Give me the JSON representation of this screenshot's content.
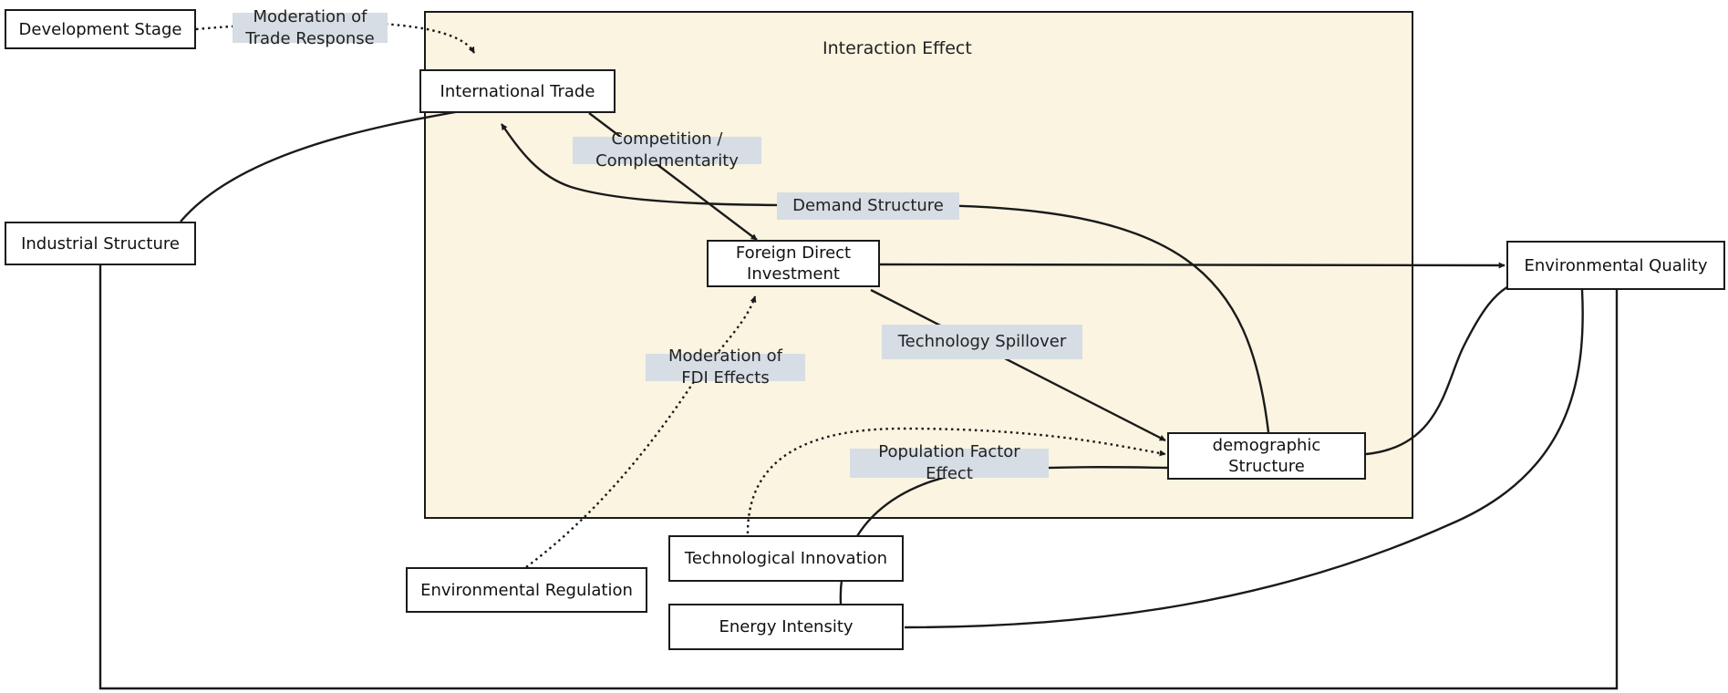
{
  "diagram": {
    "group": {
      "title": "Interaction Effect"
    },
    "nodes": {
      "development_stage": "Development Stage",
      "international_trade": "International Trade",
      "industrial_structure": "Industrial Structure",
      "foreign_direct_investment": "Foreign Direct\nInvestment",
      "environmental_quality": "Environmental Quality",
      "demographic_structure": "demographic\nStructure",
      "technological_innovation": "Technological Innovation",
      "environmental_regulation": "Environmental Regulation",
      "energy_intensity": "Energy Intensity"
    },
    "edge_labels": {
      "moderation_trade": "Moderation of\nTrade Response",
      "competition": "Competition /\nComplementarity",
      "demand_structure": "Demand Structure",
      "technology_spillover": "Technology Spillover",
      "moderation_fdi": "Moderation of\nFDI Effects",
      "population_factor": "Population Factor\nEffect"
    },
    "edges": [
      {
        "from": "development_stage",
        "to": "international_trade",
        "style": "dotted",
        "arrow": true,
        "label": "moderation_trade"
      },
      {
        "from": "industrial_structure",
        "to": "international_trade",
        "style": "solid",
        "arrow": false
      },
      {
        "from": "international_trade",
        "to": "foreign_direct_investment",
        "style": "solid",
        "arrow": true,
        "label": "competition"
      },
      {
        "from": "demographic_structure",
        "to": "international_trade",
        "style": "solid",
        "arrow": true,
        "label": "demand_structure"
      },
      {
        "from": "foreign_direct_investment",
        "to": "environmental_quality",
        "style": "solid",
        "arrow": true
      },
      {
        "from": "foreign_direct_investment",
        "to": "demographic_structure",
        "style": "solid",
        "arrow": true,
        "label": "technology_spillover"
      },
      {
        "from": "environmental_regulation",
        "to": "foreign_direct_investment",
        "style": "dotted",
        "arrow": true,
        "label": "moderation_fdi"
      },
      {
        "from": "technological_innovation",
        "to": "demographic_structure",
        "style": "dotted",
        "arrow": true
      },
      {
        "from": "energy_intensity",
        "to": "demographic_structure",
        "style": "solid",
        "arrow": false,
        "label": "population_factor"
      },
      {
        "from": "demographic_structure",
        "to": "environmental_quality",
        "style": "solid",
        "arrow": true
      },
      {
        "from": "energy_intensity",
        "to": "environmental_quality",
        "style": "solid",
        "arrow": false
      },
      {
        "from": "industrial_structure",
        "to": "environmental_quality",
        "style": "solid",
        "arrow": false
      }
    ]
  }
}
